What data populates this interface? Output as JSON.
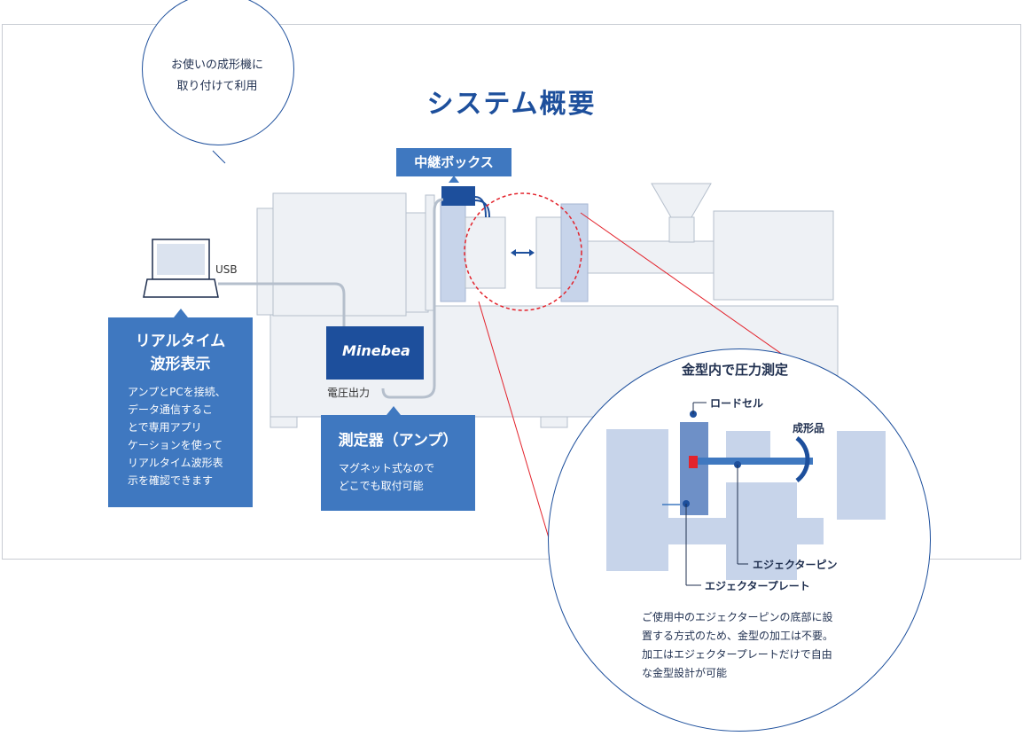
{
  "title": "システム概要",
  "speech_bubble": {
    "line1": "お使いの成形機に",
    "line2": "取り付けて利用"
  },
  "relay_box": {
    "label": "中継ボックス"
  },
  "usb_label": "USB",
  "device_brand": "Minebea",
  "voltage_output_label": "電圧出力",
  "realtime": {
    "title_line1": "リアルタイム",
    "title_line2": "波形表示",
    "body": [
      "アンプとPCを接続、",
      "データ通信するこ",
      "とで専用アプリ",
      "ケーションを使って",
      "リアルタイム波形表",
      "示を確認できます"
    ]
  },
  "amp": {
    "title": "測定器（アンプ）",
    "body": [
      "マグネット式なので",
      "どこでも取付可能"
    ]
  },
  "zoom": {
    "title": "金型内で圧力測定",
    "load_cell": "ロードセル",
    "molded_product": "成形品",
    "ejector_pin": "エジェクターピン",
    "ejector_plate": "エジェクタープレート",
    "description": [
      "ご使用中のエジェクターピンの底部に設",
      "置する方式のため、金型の加工は不要。",
      "加工はエジェクタープレートだけで自由",
      "な金型設計が可能"
    ]
  },
  "colors": {
    "brand_blue": "#3f78c0",
    "dark_blue": "#1d4f9c",
    "machine_light": "#e9edf3",
    "mold_blue": "#c7d4ea",
    "accent_red": "#e3232c"
  }
}
